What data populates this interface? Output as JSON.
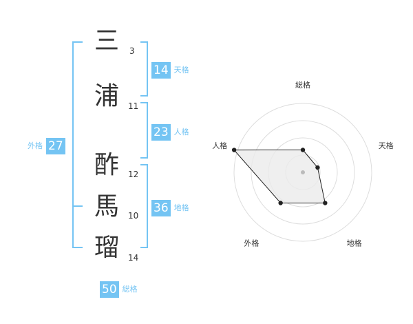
{
  "name": {
    "chars": [
      {
        "char": "三",
        "strokes": "3"
      },
      {
        "char": "浦",
        "strokes": "11"
      },
      {
        "char": "酢",
        "strokes": "12"
      },
      {
        "char": "馬",
        "strokes": "10"
      },
      {
        "char": "瑠",
        "strokes": "14"
      }
    ]
  },
  "fortune": {
    "tenkaku": {
      "label": "天格",
      "value": "14"
    },
    "jinkaku": {
      "label": "人格",
      "value": "23"
    },
    "chikaku": {
      "label": "地格",
      "value": "36"
    },
    "gaikaku": {
      "label": "外格",
      "value": "27"
    },
    "soukaku": {
      "label": "総格",
      "value": "50"
    }
  },
  "chart_data": {
    "type": "radar",
    "axes": [
      "総格",
      "天格",
      "地格",
      "外格",
      "人格"
    ],
    "max": 4,
    "rings": 4,
    "values": [
      1.3,
      0.9,
      2.2,
      2.2,
      4.2
    ],
    "colors": {
      "fill": "#ebebeb",
      "stroke": "#222222",
      "grid": "#dddddd",
      "center": "#bbbbbb"
    }
  }
}
